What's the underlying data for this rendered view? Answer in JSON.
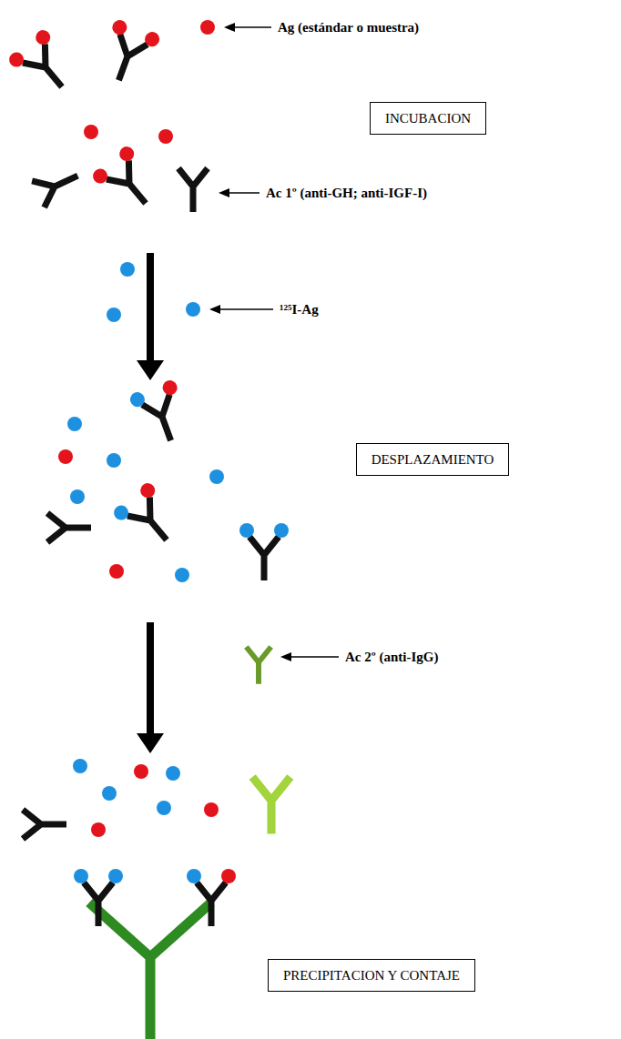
{
  "diagram": {
    "nodes": [
      {
        "text": [
          "INCUBACION"
        ]
      },
      {
        "text": [
          "DESPLAZAMIENTO"
        ]
      },
      {
        "text": [
          "PRECIPITACION Y CONTAJE"
        ]
      }
    ],
    "labels": [
      "Ag (estándar o muestra)",
      "Ac 1º (anti-GH; anti-IGF-I)",
      "¹²⁵I-Ag",
      "Ac 2º (anti-IgG)"
    ]
  }
}
